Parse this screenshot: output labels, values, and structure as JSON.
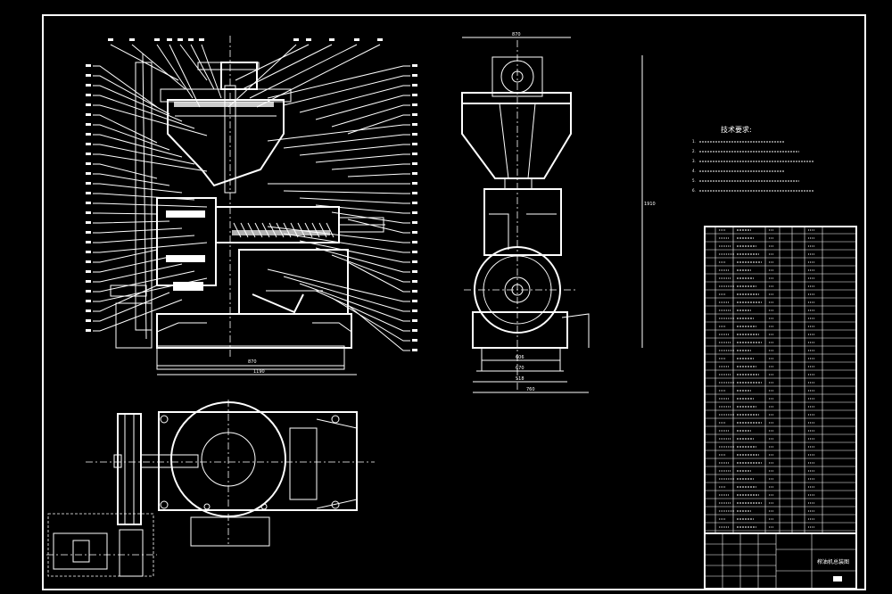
{
  "drawing": {
    "tech_title": "技术要求:",
    "tech_notes": [
      "1. ",
      "2. ",
      "3. ",
      "4. ",
      "5. ",
      "6. "
    ],
    "dims": {
      "top_width": "870",
      "height": "1910",
      "w1": "606",
      "w2": "670",
      "w3": "518",
      "w4": "760",
      "front_base": "870",
      "front_total": "1190"
    },
    "title_block": {
      "name": "榨油机总装图"
    }
  }
}
